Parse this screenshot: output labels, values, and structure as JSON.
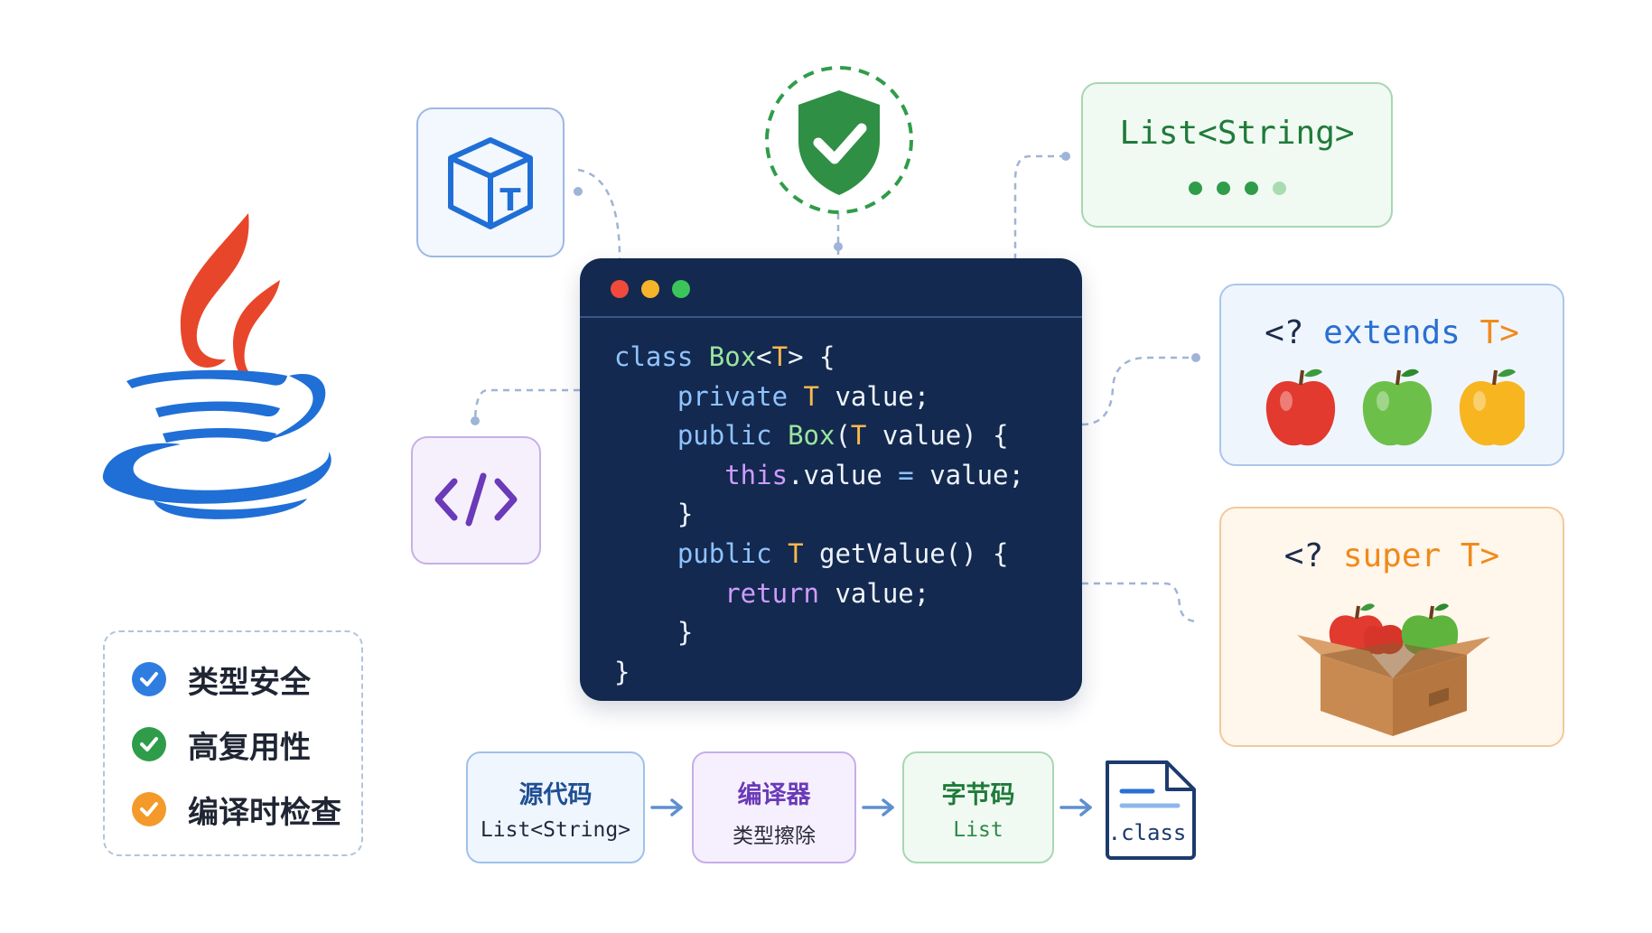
{
  "editor": {
    "line1": {
      "a": "class",
      "b": " Box",
      "c": "<",
      "d": "T",
      "e": "> {"
    },
    "line2": {
      "a": "private",
      "b": " T",
      "c": " value;"
    },
    "line3": {
      "a": "public",
      "b": " Box",
      "c": "(",
      "d": "T",
      "e": " value) {"
    },
    "line4": {
      "a": "this",
      "b": ".value ",
      "c": "=",
      "d": " value;"
    },
    "line5": "}",
    "line6": {
      "a": "public",
      "b": " T",
      "c": " getValue() {"
    },
    "line7": {
      "a": "return",
      "b": " value;"
    },
    "line8": "}",
    "line9": "}"
  },
  "list_card": {
    "title": "List<String>"
  },
  "extends_card": {
    "q": "<?",
    "kw": "extends",
    "t": "T>"
  },
  "super_card": {
    "q": "<?",
    "kw": "super",
    "t": "T>"
  },
  "legend": {
    "items": [
      {
        "label": "类型安全",
        "color": "#2f7de1"
      },
      {
        "label": "高复用性",
        "color": "#2f9c4a"
      },
      {
        "label": "编译时检查",
        "color": "#f39a2b"
      }
    ]
  },
  "pipeline": {
    "source": {
      "title": "源代码",
      "sub": "List<String>"
    },
    "compiler": {
      "title": "编译器",
      "sub": "类型擦除"
    },
    "bytecode": {
      "title": "字节码",
      "sub": "List"
    },
    "file": {
      "label": ".class"
    }
  },
  "colors": {
    "editor_bg": "#13294f",
    "java_red": "#e8462a",
    "java_blue": "#1f6fd6"
  }
}
